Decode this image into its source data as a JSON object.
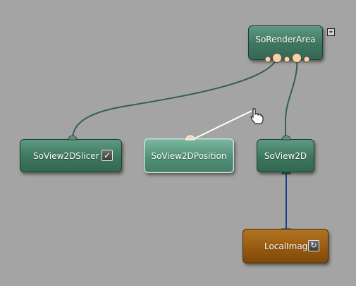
{
  "modules": {
    "render_area": {
      "label": "SoRenderArea"
    },
    "slicer": {
      "label": "SoView2DSlicer",
      "toggle_icon": "check-icon"
    },
    "position": {
      "label": "SoView2DPosition"
    },
    "view2d": {
      "label": "SoView2D"
    },
    "local_image": {
      "label": "LocalImage",
      "reload_icon": "reload-icon"
    }
  },
  "controls": {
    "expand_symbol": "+"
  },
  "colors": {
    "canvas": "#a4a4a4",
    "module_green": "#3d7660",
    "module_orange": "#95580f",
    "inventor_connection": "#335e5a",
    "image_connection": "#1a3f8c",
    "drag_line": "#ffffff",
    "port_fill": "#f2d2b0"
  }
}
